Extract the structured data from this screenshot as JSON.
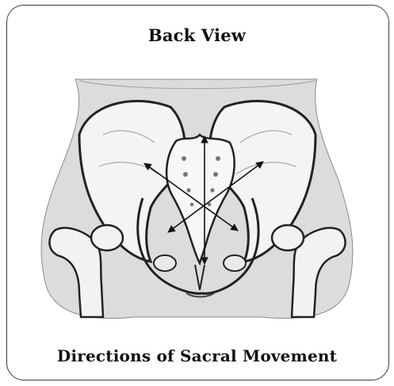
{
  "panel": {
    "title": "Back View",
    "caption": "Directions of Sacral Movement"
  },
  "figure": {
    "subject": "pelvis-back-view-illustration",
    "arrows": [
      "vertical-arrow",
      "diagonal-arrow-left-up-right-down",
      "diagonal-arrow-right-up-left-down"
    ]
  }
}
